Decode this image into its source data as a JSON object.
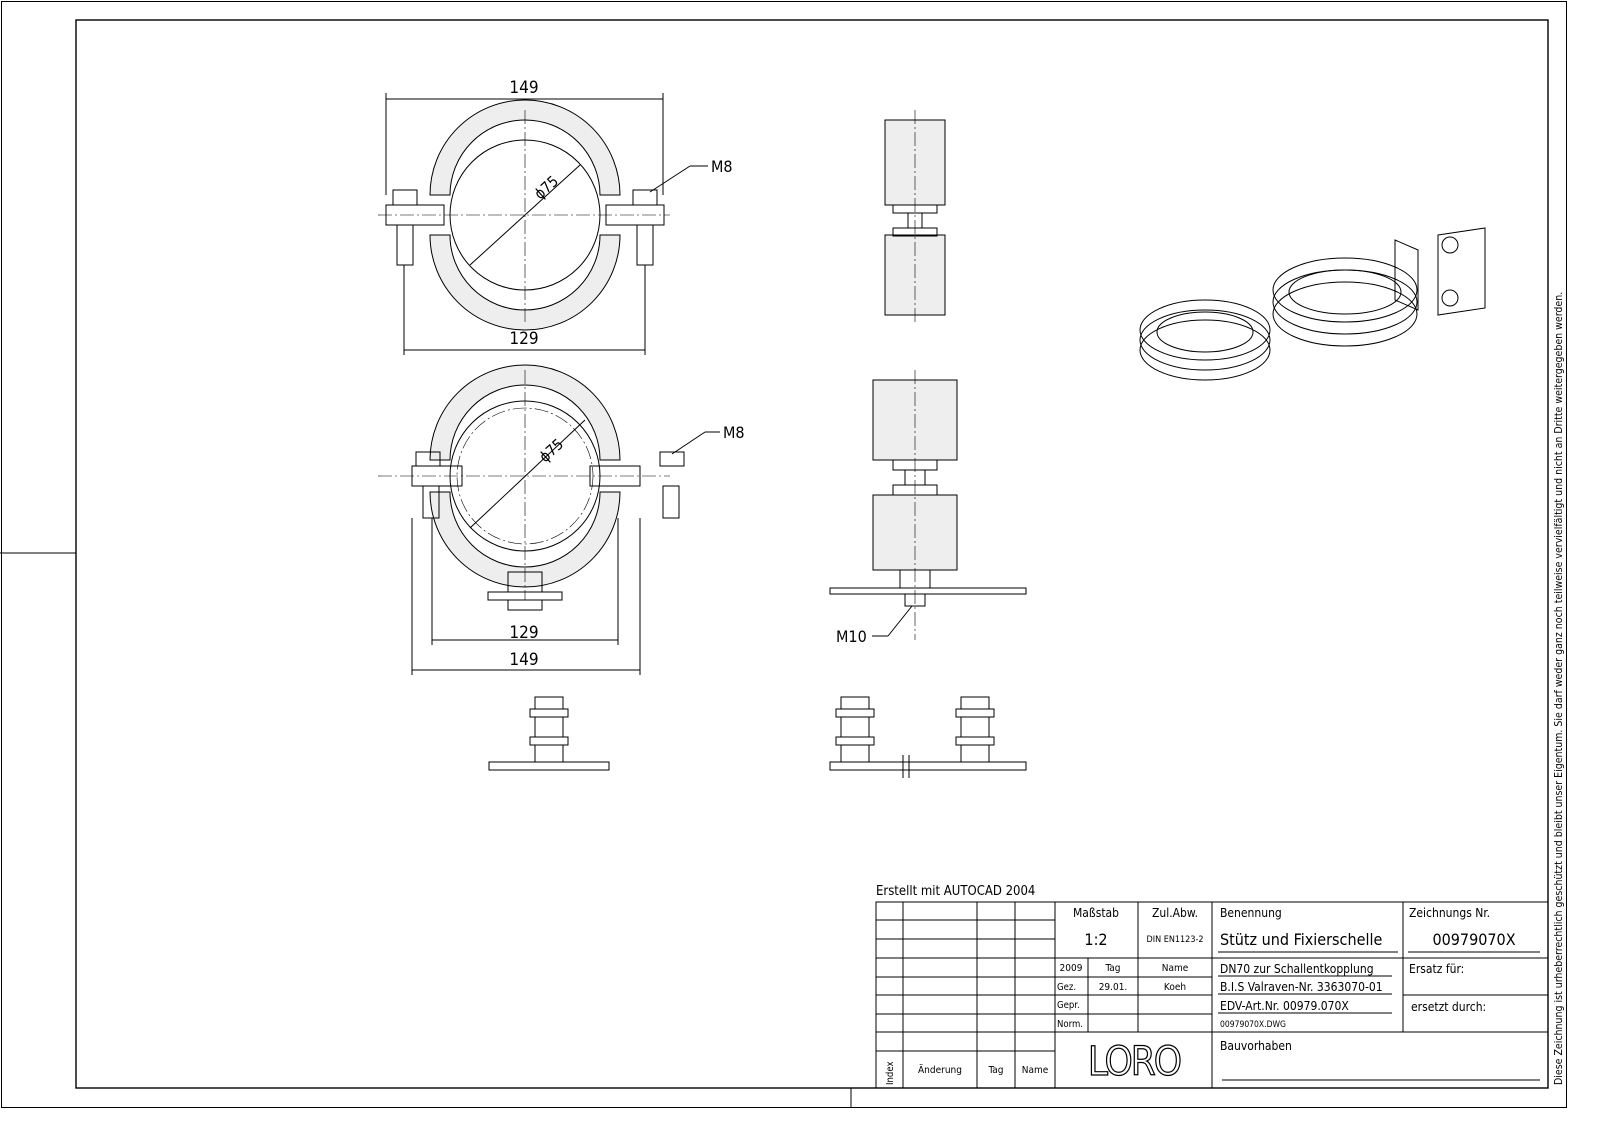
{
  "drawing": {
    "views": {
      "top": {
        "width_outer": "149",
        "width_inner": "129",
        "diameter": "ϕ75",
        "thread": "M8"
      },
      "bottom": {
        "width_outer": "149",
        "width_inner": "129",
        "diameter": "ϕ75",
        "thread": "M8",
        "base_thread": "M10"
      }
    },
    "created_note": "Erstellt mit AUTOCAD 2004",
    "copyright_notice": "Diese Zeichnung ist urheberrechtlich geschützt und bleibt unser Eigentum. Sie darf weder ganz noch teilweise vervielfältigt und nicht an Dritte weitergegeben werden."
  },
  "title_block": {
    "scale_label": "Maßstab",
    "scale": "1:2",
    "tolerance_label": "Zul.Abw.",
    "tolerance": "DIN EN1123-2",
    "designation_label": "Benennung",
    "designation": "Stütz und Fixierschelle",
    "drawing_no_label": "Zeichnungs Nr.",
    "drawing_no": "00979070X",
    "year": "2009",
    "day_label": "Tag",
    "name_label": "Name",
    "drawn_label": "Gez.",
    "drawn_day": "29.01.",
    "drawn_name": "Koeh",
    "checked_label": "Gepr.",
    "norm_label": "Norm.",
    "desc_lines": [
      "DN70 zur Schallentkopplung",
      "B.I.S Valraven-Nr. 3363070-01",
      "EDV-Art.Nr. 00979.070X"
    ],
    "file": "00979070X.DWG",
    "replaces_label": "Ersatz für:",
    "replaced_by_label": "ersetzt durch:",
    "project_label": "Bauvorhaben",
    "logo": "LORO",
    "rev_headers": {
      "index": "Index",
      "change": "Änderung",
      "day": "Tag",
      "name": "Name"
    }
  }
}
